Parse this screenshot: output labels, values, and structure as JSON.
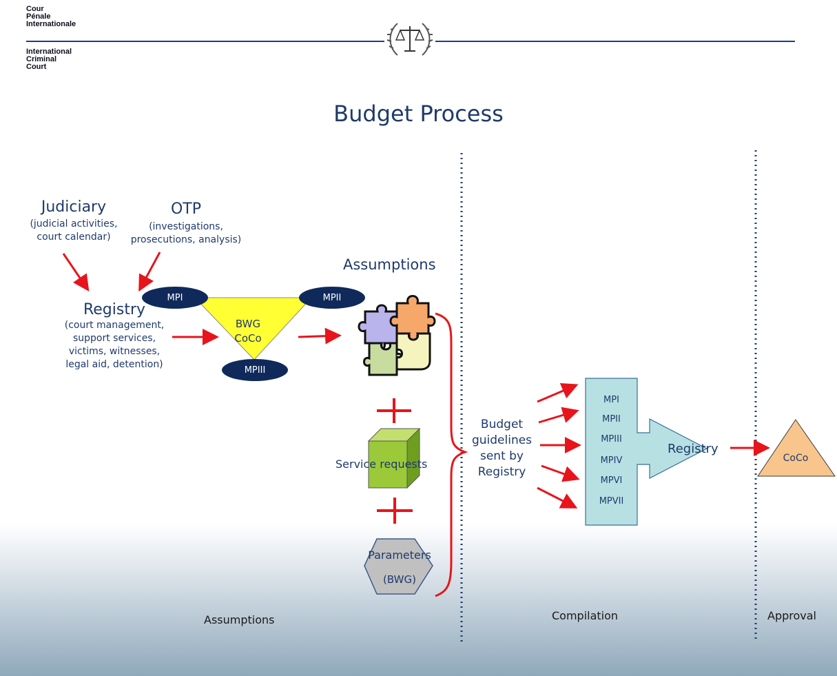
{
  "header": {
    "french_name": "Cour\nPénale\nInternationale",
    "english_name": "International\nCriminal\nCourt"
  },
  "title": "Budget Process",
  "sources": {
    "judiciary": {
      "label": "Judiciary",
      "detail": "(judicial activities,\ncourt calendar)"
    },
    "otp": {
      "label": "OTP",
      "detail": "(investigations,\nprosecutions, analysis)"
    },
    "registry": {
      "label": "Registry",
      "detail": "(court management,\nsupport services,\nvictims, witnesses,\nlegal aid, detention)"
    }
  },
  "triangle": {
    "line1": "BWG",
    "line2": "CoCo"
  },
  "ovals": {
    "left": "MPI",
    "right": "MPII",
    "bottom": "MPIII"
  },
  "assumptions_heading": "Assumptions",
  "service_requests": "Service requests",
  "parameters": {
    "line1": "Parameters",
    "line2": "(BWG)"
  },
  "plus": "+",
  "guidelines": "Budget\nguidelines\nsent by\nRegistry",
  "programmes": [
    "MPI",
    "MPII",
    "MPIII",
    "MPIV",
    "MPVI",
    "MPVII"
  ],
  "compilation_registry": "Registry",
  "approval_body": "CoCo",
  "sections": {
    "assumptions": "Assumptions",
    "compilation": "Compilation",
    "approval": "Approval"
  },
  "colors": {
    "arrow": "#e8141b",
    "triangle": "#ffff33",
    "oval": "#0f2a5a",
    "program_box": "#b7e0e3",
    "cube": "#9bc93a",
    "hexagon": "#c0c0c0",
    "coco_triangle": "#f8c58c",
    "header_line": "#1f3a8a",
    "divider": "#1f3a6b"
  }
}
